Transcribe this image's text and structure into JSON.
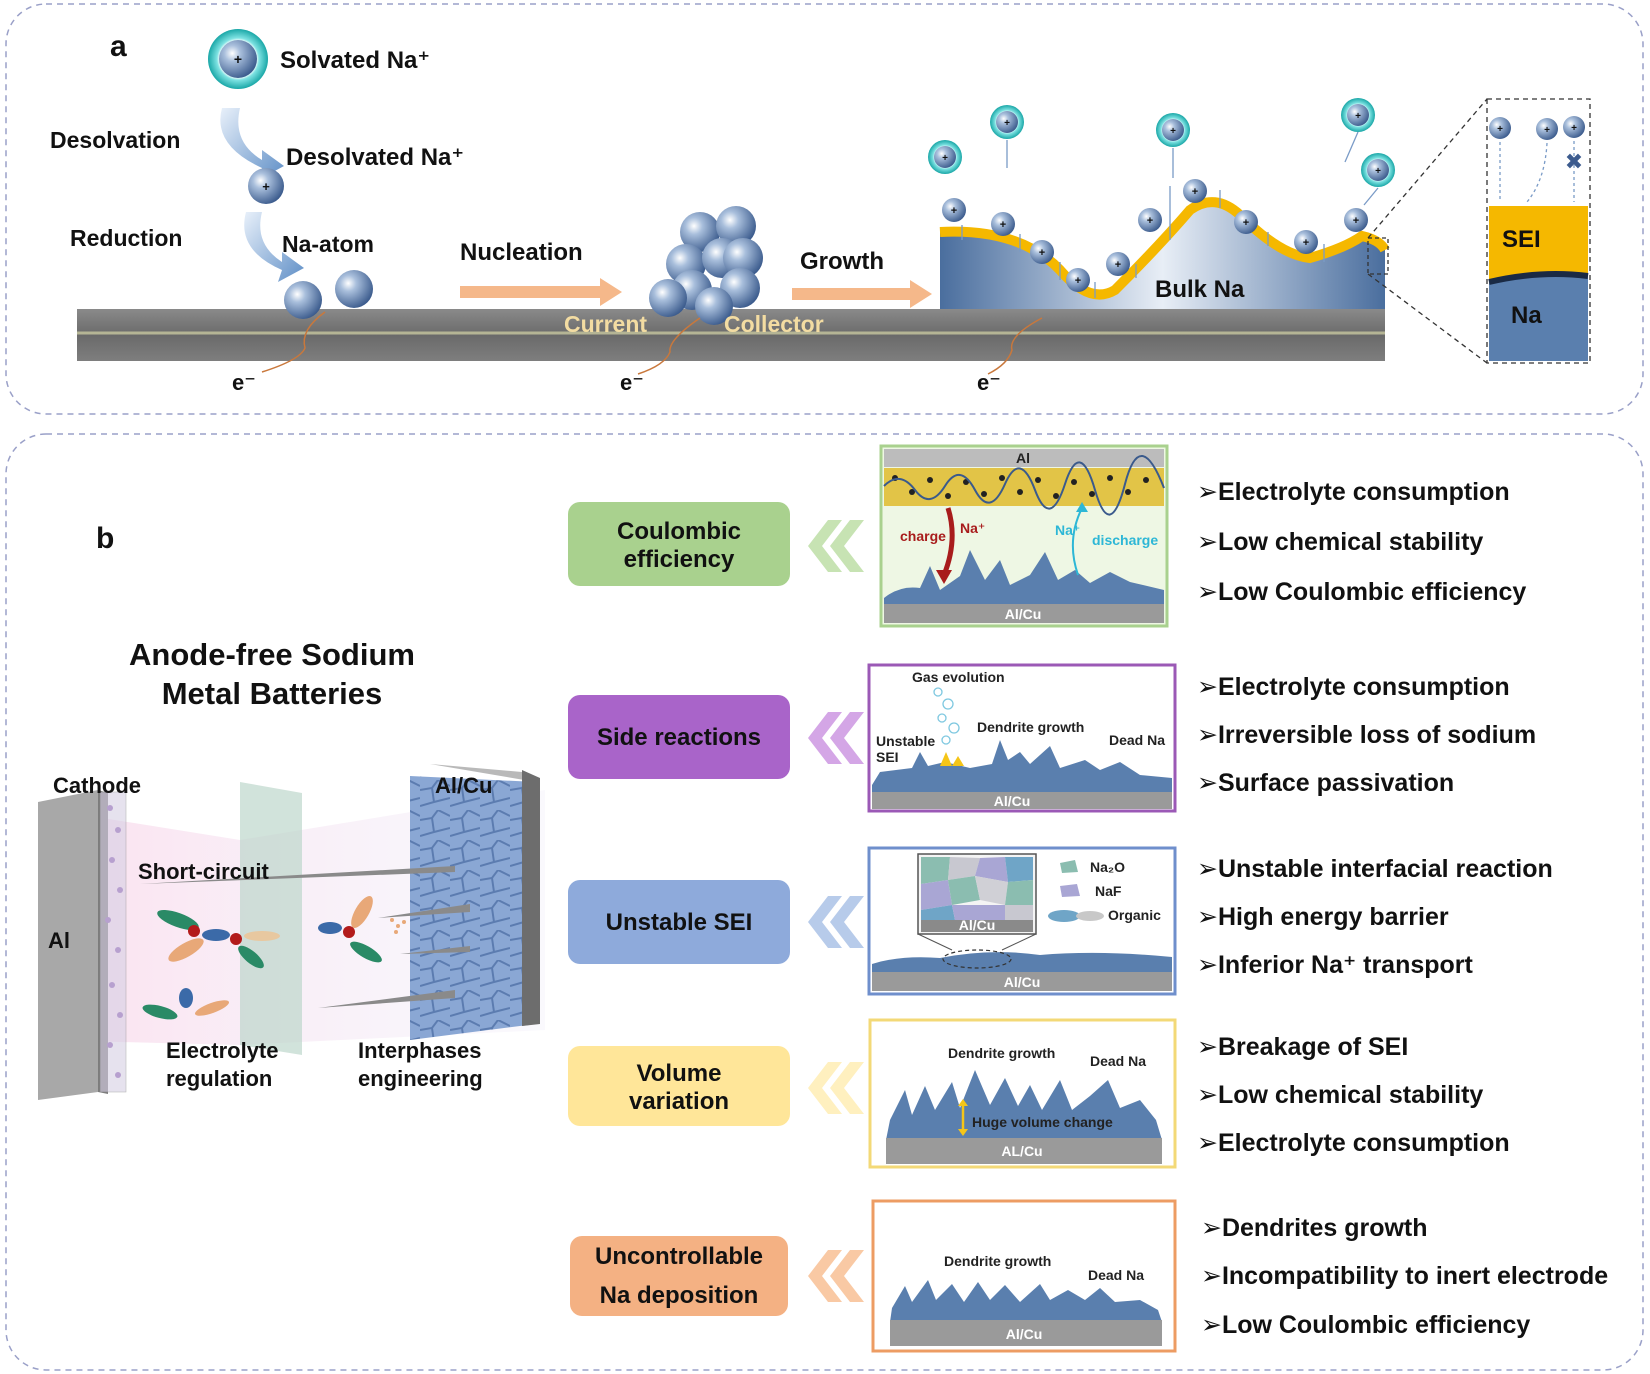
{
  "panel_a": {
    "label": "a",
    "solvated": "Solvated Na⁺",
    "desolvation": "Desolvation",
    "desolvated": "Desolvated Na⁺",
    "reduction": "Reduction",
    "na_atom": "Na-atom",
    "nucleation": "Nucleation",
    "growth": "Growth",
    "current": "Current",
    "collector": "Collector",
    "bulk_na": "Bulk Na",
    "electron": "e⁻",
    "sei": "SEI",
    "na": "Na",
    "plus": "+"
  },
  "panel_b": {
    "label": "b",
    "title_line1": "Anode-free Sodium",
    "title_line2": "Metal Batteries",
    "cathode": "Cathode",
    "al": "Al",
    "alcu": "Al/Cu",
    "short_circuit": "Short-circuit",
    "electrolyte_line1": "Electrolyte",
    "electrolyte_line2": "regulation",
    "interphases_line1": "Interphases",
    "interphases_line2": "engineering",
    "rows": [
      {
        "label_lines": [
          "Coulombic",
          "efficiency"
        ],
        "color": "#a9d18e",
        "border": "#7fbf6a",
        "bullets": [
          "➢Electrolyte consumption",
          "➢Low chemical stability",
          "➢Low Coulombic efficiency"
        ],
        "inset": {
          "top_label": "Al",
          "bottom_label": "Al/Cu",
          "charge": "charge",
          "na_plus": "Na⁺",
          "discharge": "discharge"
        }
      },
      {
        "label_lines": [
          "Side reactions"
        ],
        "color": "#a964c9",
        "border": "#9b59b6",
        "bullets": [
          "➢Electrolyte consumption",
          "➢Irreversible loss of sodium",
          "➢Surface passivation"
        ],
        "inset": {
          "gas": "Gas evolution",
          "dendrite": "Dendrite growth",
          "unstable": "Unstable",
          "sei": "SEI",
          "dead": "Dead Na",
          "bottom_label": "Al/Cu"
        }
      },
      {
        "label_lines": [
          "Unstable SEI"
        ],
        "color": "#8eaadb",
        "border": "#6f8fcc",
        "bullets": [
          "➢Unstable interfacial reaction",
          "➢High energy barrier",
          "➢Inferior Na⁺ transport"
        ],
        "inset": {
          "na2o": "Na₂O",
          "naf": "NaF",
          "organic": "Organic",
          "zoom_label": "Al/Cu",
          "bottom_label": "Al/Cu"
        }
      },
      {
        "label_lines": [
          "Volume",
          "variation"
        ],
        "color": "#ffe699",
        "border": "#f3d977",
        "bullets": [
          "➢Breakage of SEI",
          "➢Low chemical stability",
          "➢Electrolyte consumption"
        ],
        "inset": {
          "dendrite": "Dendrite growth",
          "dead": "Dead Na",
          "huge": "Huge volume change",
          "bottom_label": "AL/Cu"
        }
      },
      {
        "label_lines": [
          "Uncontrollable",
          "Na deposition"
        ],
        "color": "#f4b183",
        "border": "#ed9c63",
        "bullets": [
          "➢Dendrites growth",
          "➢Incompatibility to inert electrode",
          "➢Low Coulombic efficiency"
        ],
        "inset": {
          "dendrite": "Dendrite growth",
          "dead": "Dead Na",
          "bottom_label": "Al/Cu"
        }
      }
    ]
  },
  "colors": {
    "ion": "#4a6fa5",
    "halo": "#2ec4c4",
    "sei_yellow": "#f5b800",
    "na_blue": "#5a7fae",
    "collector_gray": "#7a7a7a",
    "arrow_orange": "#f5b88a"
  }
}
